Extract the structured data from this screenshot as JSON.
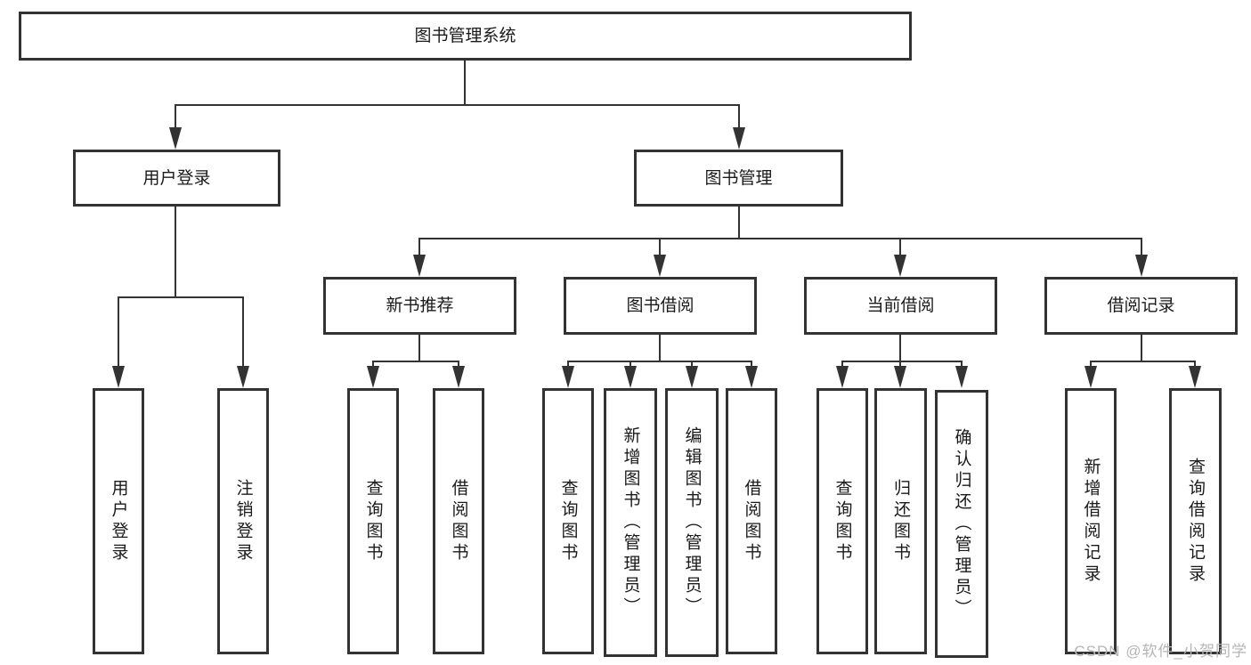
{
  "tree": {
    "root": {
      "label": "图书管理系统"
    },
    "branches": [
      {
        "label": "用户登录",
        "children": [
          {
            "label": "用户登录"
          },
          {
            "label": "注销登录"
          }
        ]
      },
      {
        "label": "图书管理",
        "children": [
          {
            "label": "新书推荐",
            "children": [
              {
                "label": "查询图书"
              },
              {
                "label": "借阅图书"
              }
            ]
          },
          {
            "label": "图书借阅",
            "children": [
              {
                "label": "查询图书"
              },
              {
                "label": "新增图书（管理员）"
              },
              {
                "label": "编辑图书（管理员）"
              },
              {
                "label": "借阅图书"
              }
            ]
          },
          {
            "label": "当前借阅",
            "children": [
              {
                "label": "查询图书"
              },
              {
                "label": "归还图书"
              },
              {
                "label": "确认归还（管理员）"
              }
            ]
          },
          {
            "label": "借阅记录",
            "children": [
              {
                "label": "新增借阅记录"
              },
              {
                "label": "查询借阅记录"
              }
            ]
          }
        ]
      }
    ]
  },
  "watermark": {
    "text": "CSDN @软件_小贺同学"
  },
  "colors": {
    "line": "#333333",
    "box_border": "#333333",
    "text": "#1a1a1a",
    "watermark": "#b5b5b5",
    "background": "#ffffff"
  }
}
